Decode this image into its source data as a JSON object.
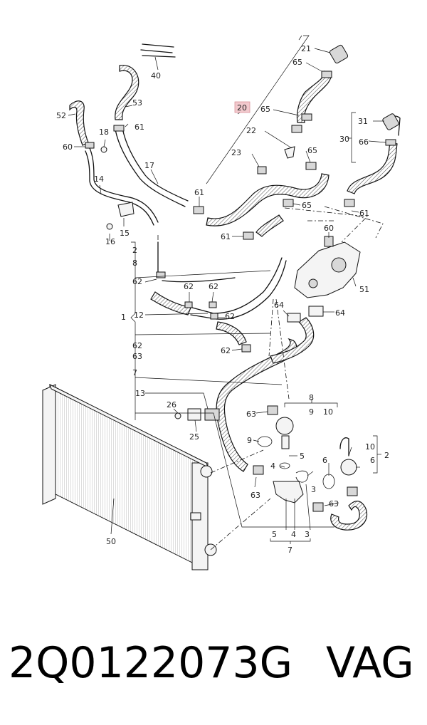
{
  "footer": {
    "part_number": "2Q0122073G",
    "brand": "VAG"
  },
  "highlight": {
    "callout": "20",
    "color": "#f2c9cd"
  },
  "callouts": {
    "c21": "21",
    "c65a": "65",
    "c40": "40",
    "c53": "53",
    "c52": "52",
    "c20": "20",
    "c65b": "65",
    "c61a": "61",
    "c18": "18",
    "c22": "22",
    "c60a": "60",
    "c31": "31",
    "c30": "30",
    "c66": "66",
    "c65c": "65",
    "c23": "23",
    "c17": "17",
    "c14": "14",
    "c61b": "61",
    "c65d": "65",
    "c61c": "61",
    "c15": "15",
    "c16": "16",
    "c61d": "61",
    "c60b": "60",
    "c2a": "2",
    "c8a": "8",
    "c62a": "62",
    "c62b": "62",
    "c62c": "62",
    "c51": "51",
    "c1": "1",
    "c12": "12",
    "c62d": "62",
    "c64a": "64",
    "c64b": "64",
    "c62e": "62",
    "c63a": "63",
    "c62f": "62",
    "c7a": "7",
    "c13": "13",
    "c8b": "8",
    "c26": "26",
    "c9a": "9",
    "c10a": "10",
    "c63b": "63",
    "c25": "25",
    "c9b": "9",
    "c5a": "5",
    "c10b": "10",
    "c2b": "2",
    "c6a": "6",
    "c4a": "4",
    "c6b": "6",
    "c63c": "63",
    "c3a": "3",
    "c63d": "63",
    "c50": "50",
    "c5b": "5",
    "c4b": "4",
    "c3b": "3",
    "c7b": "7"
  }
}
